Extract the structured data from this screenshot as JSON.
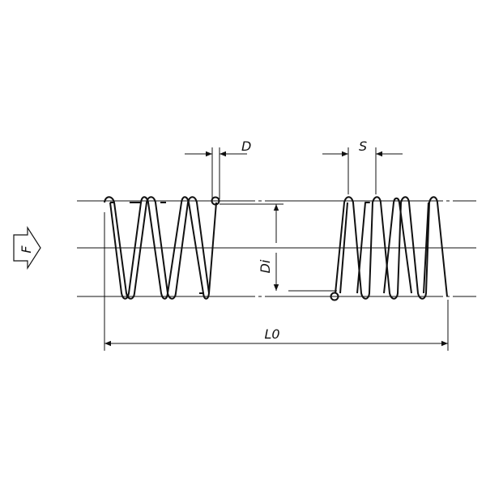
{
  "diagram": {
    "labels": {
      "force": "F",
      "wire_diameter": "D",
      "pitch_spacing": "S",
      "inner_diameter": "Di",
      "free_length": "L0"
    },
    "colors": {
      "stroke": "#111111",
      "background": "#ffffff"
    }
  }
}
